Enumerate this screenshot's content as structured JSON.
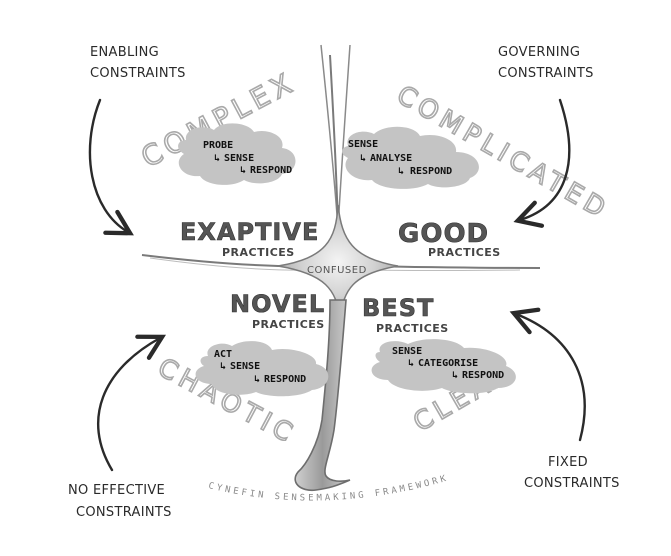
{
  "domains": {
    "complex": "COMPLEX",
    "complicated": "COMPLICATED",
    "chaotic": "CHAOTIC",
    "clear": "CLEAR",
    "confused": "CONFUSED"
  },
  "practices": {
    "complex": {
      "title": "EXAPTIVE",
      "sub": "PRACTICES"
    },
    "complicated": {
      "title": "GOOD",
      "sub": "PRACTICES"
    },
    "chaotic": {
      "title": "NOVEL",
      "sub": "PRACTICES"
    },
    "clear": {
      "title": "BEST",
      "sub": "PRACTICES"
    }
  },
  "approaches": {
    "complex": [
      "PROBE",
      "SENSE",
      "RESPOND"
    ],
    "complicated": [
      "SENSE",
      "ANALYSE",
      "RESPOND"
    ],
    "chaotic": [
      "ACT",
      "SENSE",
      "RESPOND"
    ],
    "clear": [
      "SENSE",
      "CATEGORISE",
      "RESPOND"
    ]
  },
  "constraints": {
    "top_left": [
      "ENABLING",
      "CONSTRAINTS"
    ],
    "top_right": [
      "GOVERNING",
      "CONSTRAINTS"
    ],
    "bottom_left": [
      "NO EFFECTIVE",
      "CONSTRAINTS"
    ],
    "bottom_right": [
      "FIXED",
      "CONSTRAINTS"
    ]
  },
  "footer": "CYNEFIN SENSEMAKING FRAMEWORK",
  "colors": {
    "ink": "#2a2a2a",
    "cloud": "#c4c4c4",
    "domain_outline": "#a9a9a9",
    "divider": "#7a7a7a"
  }
}
